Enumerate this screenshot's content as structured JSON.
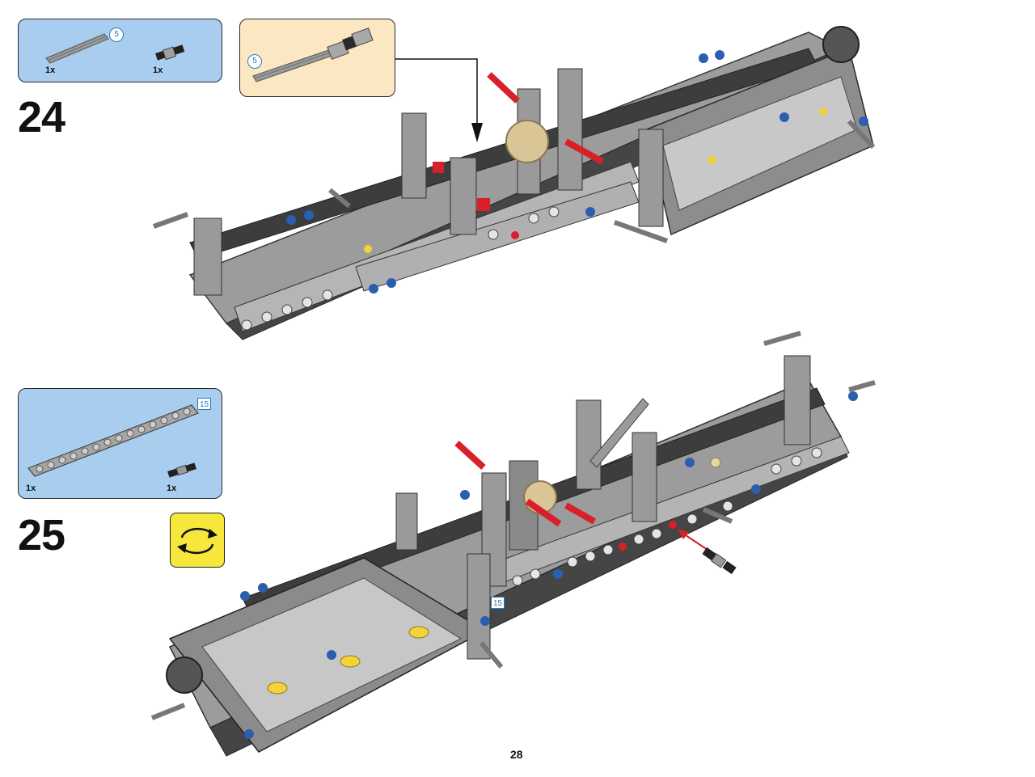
{
  "page_number": "28",
  "steps": [
    {
      "number": "24",
      "parts": [
        {
          "name": "axle",
          "length": "5",
          "quantity": "1x"
        },
        {
          "name": "universal-joint",
          "quantity": "1x"
        }
      ],
      "subassembly": {
        "axle_length": "5"
      }
    },
    {
      "number": "25",
      "parts": [
        {
          "name": "beam",
          "length": "15",
          "quantity": "1x"
        },
        {
          "name": "pin-connector",
          "quantity": "1x"
        }
      ],
      "rotate_icon": "rotate-model-icon",
      "callout_length": "15"
    }
  ],
  "colors": {
    "parts_box": "#a9cdef",
    "subassembly_box": "#fbe8c3",
    "rotate_box": "#f7e63b",
    "dark_gray": "#3a3a3a",
    "light_gray": "#a8a8a8",
    "red": "#d8202a",
    "blue": "#2a5fb0",
    "tan": "#d9c596",
    "yellow": "#f4d23a",
    "length_accent": "#2a7bbf"
  }
}
